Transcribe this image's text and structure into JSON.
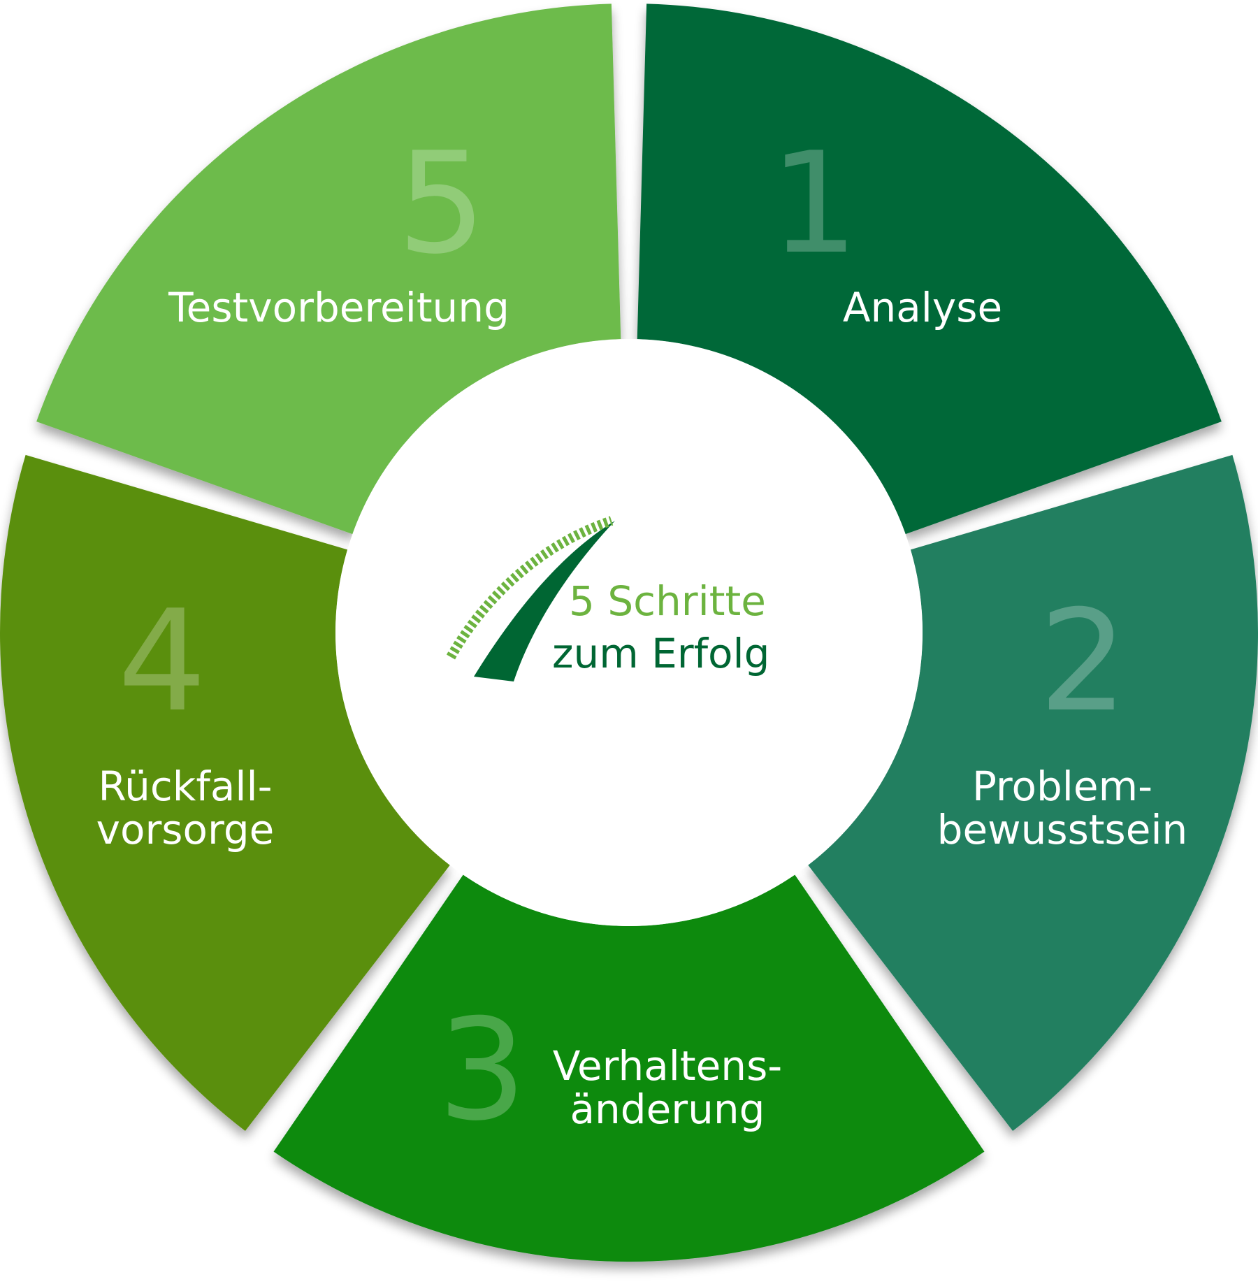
{
  "center": {
    "line1": "5 Schritte",
    "line2": "zum Erfolg",
    "line1_color": "#6cb33f",
    "line2_color": "#006633"
  },
  "steps": [
    {
      "number": "1",
      "label_lines": [
        "Analyse"
      ],
      "color": "#006838"
    },
    {
      "number": "2",
      "label_lines": [
        "Problem-",
        "bewusstsein"
      ],
      "color": "#217f61"
    },
    {
      "number": "3",
      "label_lines": [
        "Verhaltens-",
        "änderung"
      ],
      "color": "#078a0a"
    },
    {
      "number": "4",
      "label_lines": [
        "Rückfall-",
        "vorsorge"
      ],
      "color": "#5a8f08"
    },
    {
      "number": "5",
      "label_lines": [
        "Testvorbereitung"
      ],
      "color": "#6dbb4b"
    }
  ]
}
